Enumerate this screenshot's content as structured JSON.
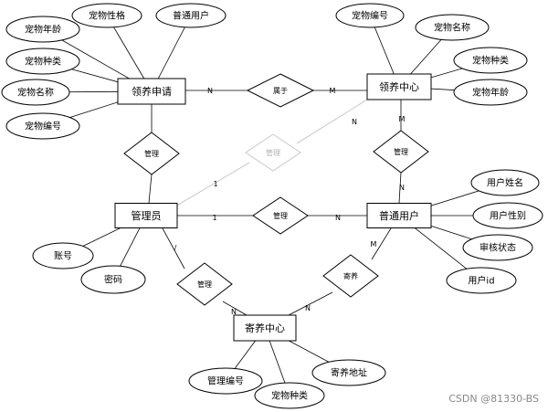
{
  "diagram": {
    "entities": [
      {
        "id": "apply",
        "label": "领养申请"
      },
      {
        "id": "center",
        "label": "领养中心"
      },
      {
        "id": "admin",
        "label": "管理员"
      },
      {
        "id": "user",
        "label": "普通用户"
      },
      {
        "id": "foster",
        "label": "寄养中心"
      }
    ],
    "attributes": [
      {
        "label": "宠物年龄",
        "entity": "apply"
      },
      {
        "label": "宠物性格",
        "entity": "apply"
      },
      {
        "label": "普通用户",
        "entity": "apply"
      },
      {
        "label": "宠物种类",
        "entity": "apply"
      },
      {
        "label": "宠物名称",
        "entity": "apply"
      },
      {
        "label": "宠物编号",
        "entity": "apply"
      },
      {
        "label": "宠物编号",
        "entity": "center"
      },
      {
        "label": "宠物名称",
        "entity": "center"
      },
      {
        "label": "宠物种类",
        "entity": "center"
      },
      {
        "label": "宠物年龄",
        "entity": "center"
      },
      {
        "label": "用户姓名",
        "entity": "user"
      },
      {
        "label": "用户性别",
        "entity": "user"
      },
      {
        "label": "审核状态",
        "entity": "user"
      },
      {
        "label": "用户id",
        "entity": "user"
      },
      {
        "label": "账号",
        "entity": "admin"
      },
      {
        "label": "密码",
        "entity": "admin"
      },
      {
        "label": "管理编号",
        "entity": "foster"
      },
      {
        "label": "宠物种类",
        "entity": "foster"
      },
      {
        "label": "寄养地址",
        "entity": "foster"
      }
    ],
    "relationships": [
      {
        "label": "属于",
        "from": "apply",
        "to": "center",
        "card_from": "N",
        "card_to": "M"
      },
      {
        "label": "管理",
        "from": "apply",
        "to": "admin",
        "card_from": "",
        "card_to": ""
      },
      {
        "label": "管理",
        "from": "center",
        "to": "user",
        "card_from": "M",
        "card_to": "N"
      },
      {
        "label": "管理",
        "from": "admin",
        "to": "user",
        "card_from": "1",
        "card_to": "N"
      },
      {
        "label": "管理",
        "from": "admin",
        "to": "foster",
        "card_from": "/",
        "card_to": "N"
      },
      {
        "label": "寄养",
        "from": "user",
        "to": "foster",
        "card_from": "M",
        "card_to": "N"
      },
      {
        "label": "管理",
        "from": "admin",
        "to": "center",
        "card_from": "1",
        "card_to": "N",
        "faded": true
      }
    ],
    "watermark": "CSDN @81330-BS"
  }
}
